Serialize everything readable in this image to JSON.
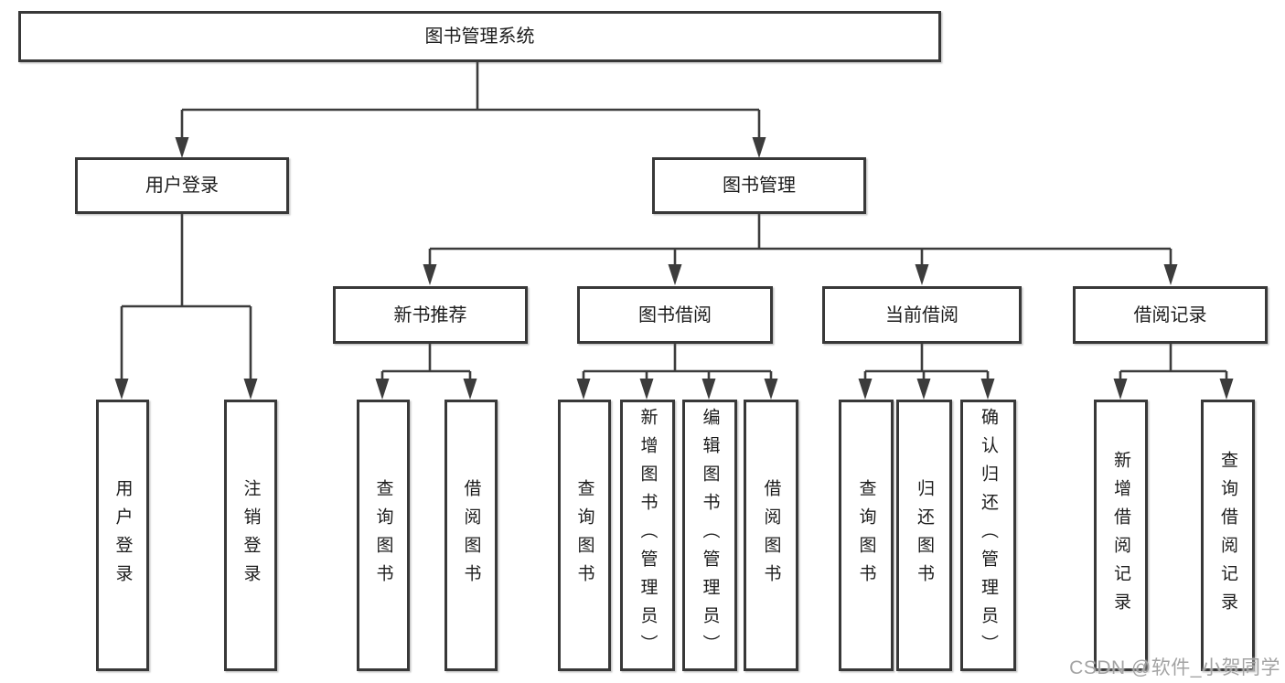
{
  "diagram_type": "hierarchy-tree",
  "tree": {
    "root": "图书管理系统",
    "branches": [
      {
        "label": "用户登录",
        "children": [
          "用户登录",
          "注销登录"
        ]
      },
      {
        "label": "图书管理",
        "sections": [
          {
            "label": "新书推荐",
            "children": [
              "查询图书",
              "借阅图书"
            ]
          },
          {
            "label": "图书借阅",
            "children": [
              "查询图书",
              "新增图书（管理员）",
              "编辑图书（管理员）",
              "借阅图书"
            ]
          },
          {
            "label": "当前借阅",
            "children": [
              "查询图书",
              "归还图书",
              "确认归还（管理员）"
            ]
          },
          {
            "label": "借阅记录",
            "children": [
              "新增借阅记录",
              "查询借阅记录"
            ]
          }
        ]
      }
    ]
  },
  "watermark": "CSDN @软件_小贺同学",
  "colors": {
    "line": "#3c3c3c",
    "border": "#383838",
    "fill": "#ffffff",
    "text": "#1c1c1c",
    "watermark": "#a3a3a3"
  }
}
